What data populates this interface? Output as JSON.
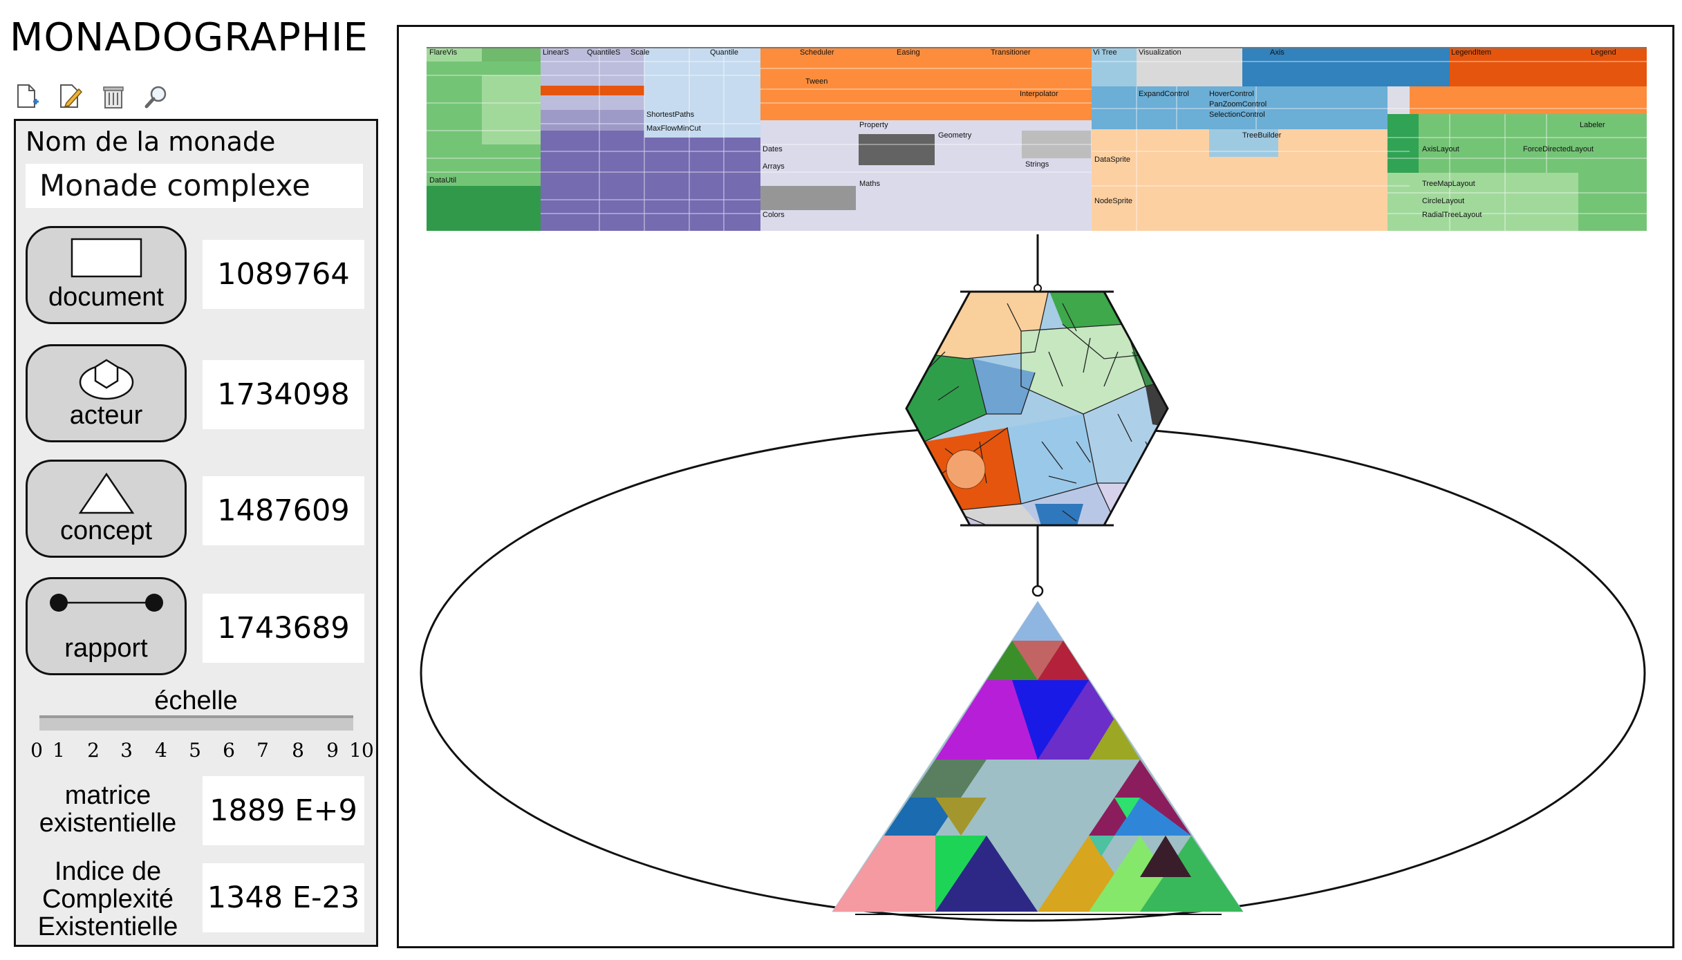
{
  "app": {
    "title": "MONADOGRAPHIE"
  },
  "toolbar": [
    {
      "id": "new",
      "icon": "new-document-icon"
    },
    {
      "id": "edit",
      "icon": "edit-icon"
    },
    {
      "id": "delete",
      "icon": "trash-icon"
    },
    {
      "id": "search",
      "icon": "search-icon"
    }
  ],
  "panel": {
    "name_label": "Nom de la monade",
    "name_value": "Monade complexe",
    "types": [
      {
        "label": "document",
        "value": "1089764"
      },
      {
        "label": "acteur",
        "value": "1734098"
      },
      {
        "label": "concept",
        "value": "1487609"
      },
      {
        "label": "rapport",
        "value": "1743689"
      }
    ],
    "scale": {
      "label": "échelle",
      "ticks": [
        "0",
        "1",
        "2",
        "3",
        "4",
        "5",
        "6",
        "7",
        "8",
        "9",
        "10"
      ]
    },
    "matrix": {
      "label_line1": "matrice",
      "label_line2": "existentielle",
      "value": "1889 E+9"
    },
    "complexity": {
      "label_line1": "Indice de",
      "label_line2": "Complexité",
      "label_line3": "Existentielle",
      "value": "1348 E-23"
    }
  },
  "treemap": {
    "labels": [
      "FlareVis",
      "LinearS",
      "QuantileS",
      "Scale",
      "Quantile",
      "Scheduler",
      "Easing",
      "Transitioner",
      "Vi Tree",
      "Visualization",
      "Axis",
      "Legend",
      "LegendItem",
      "ShortestPaths",
      "MaxFlowMinCut",
      "Tween",
      "Interpolator",
      "HoverControl",
      "ExpandControl",
      "PanZoomControl",
      "SelectionControl",
      "Geometry",
      "Property",
      "Dates",
      "Arrays",
      "Maths",
      "Strings",
      "Colors",
      "DataUtil",
      "DataSprite",
      "NodeSprite",
      "TreeBuilder",
      "AxisLayout",
      "CircleLayout",
      "ForceDirectedLayout",
      "RadialTreeLayout",
      "TreeMapLayout",
      "Labeler"
    ]
  }
}
